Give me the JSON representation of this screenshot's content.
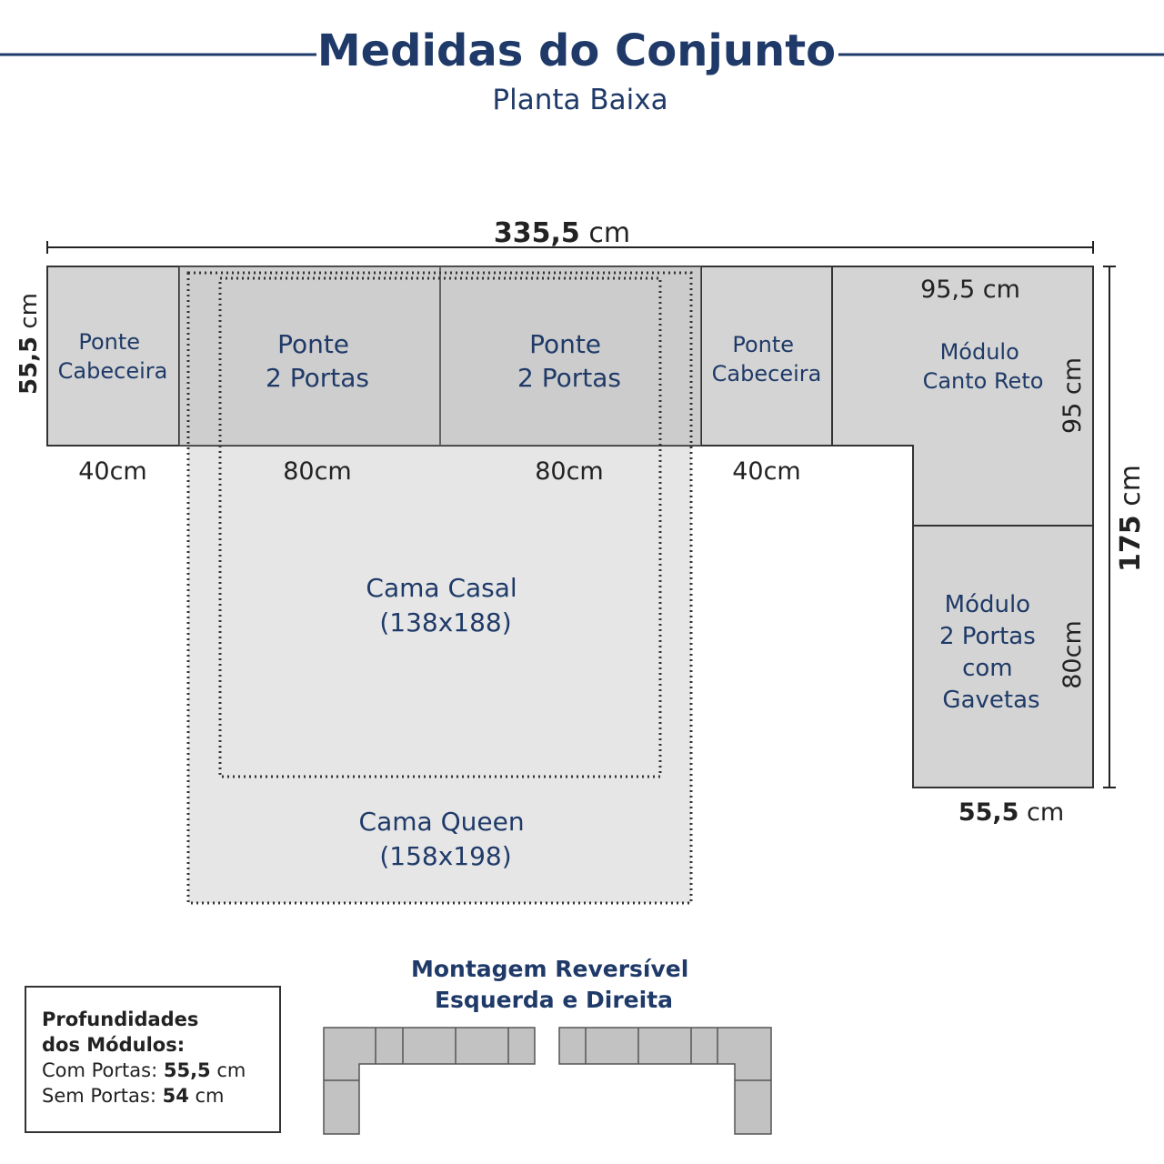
{
  "header": {
    "title": "Medidas do Conjunto",
    "subtitle": "Planta Baixa"
  },
  "colors": {
    "accent": "#1f3a68",
    "module_fill": "#d4d4d4",
    "bed_fill": "#e6e6e6"
  },
  "dimensions": {
    "total_width_value": "335,5",
    "total_width_unit": "cm",
    "depth_left": "55,5 cm",
    "total_depth_value": "175",
    "total_depth_unit": "cm",
    "corner_width": "95,5 cm",
    "corner_depth": "95 cm",
    "side_module_depth": "80cm",
    "side_width_value": "55,5",
    "side_width_unit": "cm",
    "widths": [
      "40cm",
      "80cm",
      "80cm",
      "40cm"
    ]
  },
  "modules": {
    "ponte_cabeceira_left": [
      "Ponte",
      "Cabeceira"
    ],
    "ponte_2_portas_a": [
      "Ponte",
      "2 Portas"
    ],
    "ponte_2_portas_b": [
      "Ponte",
      "2 Portas"
    ],
    "ponte_cabeceira_right": [
      "Ponte",
      "Cabeceira"
    ],
    "canto_reto": [
      "Módulo",
      "Canto Reto"
    ],
    "modulo_2_portas": [
      "Módulo",
      "2 Portas",
      "com",
      "Gavetas"
    ]
  },
  "beds": {
    "casal": [
      "Cama Casal",
      "(138x188)"
    ],
    "queen": [
      "Cama Queen",
      "(158x198)"
    ]
  },
  "depth_box": {
    "title": [
      "Profundidades",
      "dos Módulos:"
    ],
    "com_portas_label": "Com Portas: ",
    "com_portas_value": "55,5",
    "com_portas_unit": " cm",
    "sem_portas_label": "Sem Portas: ",
    "sem_portas_value": "54",
    "sem_portas_unit": " cm"
  },
  "reversible": {
    "title": [
      "Montagem Reversível",
      "Esquerda e Direita"
    ]
  }
}
